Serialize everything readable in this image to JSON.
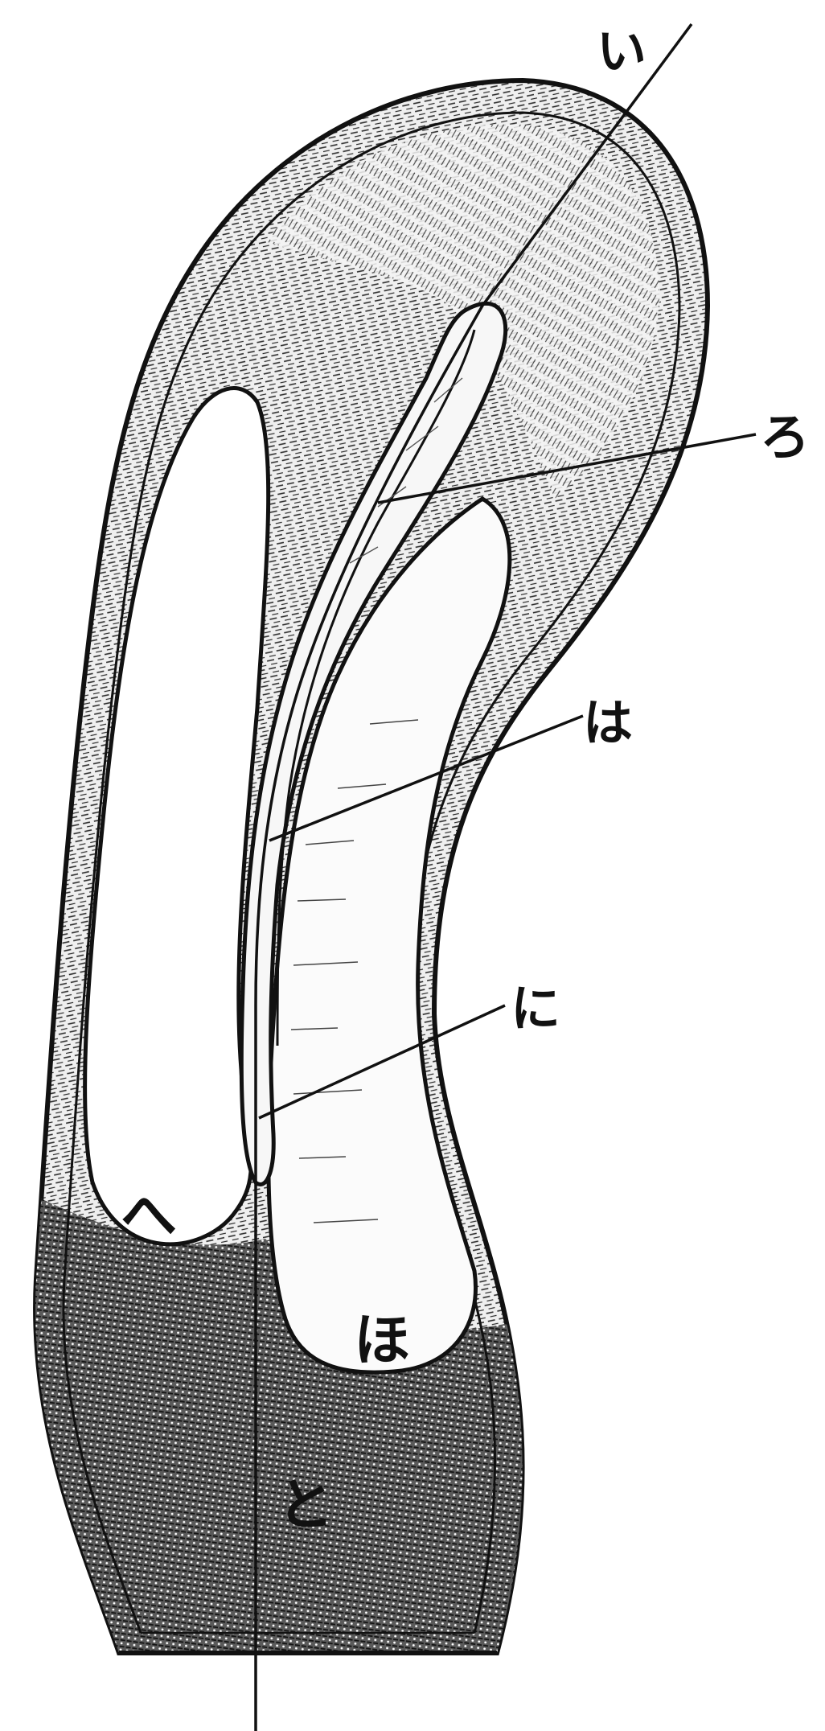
{
  "figure": {
    "labels": {
      "i": "い",
      "ro": "ろ",
      "ha": "は",
      "ni": "に",
      "ho": "ほ",
      "he": "へ",
      "to": "と"
    }
  },
  "colors": {
    "ink": "#111111",
    "paper": "#ffffff",
    "tissue_light": "#e6e6e6",
    "tissue_mid": "#bdbdbd",
    "tissue_dark": "#4a4a4a"
  }
}
